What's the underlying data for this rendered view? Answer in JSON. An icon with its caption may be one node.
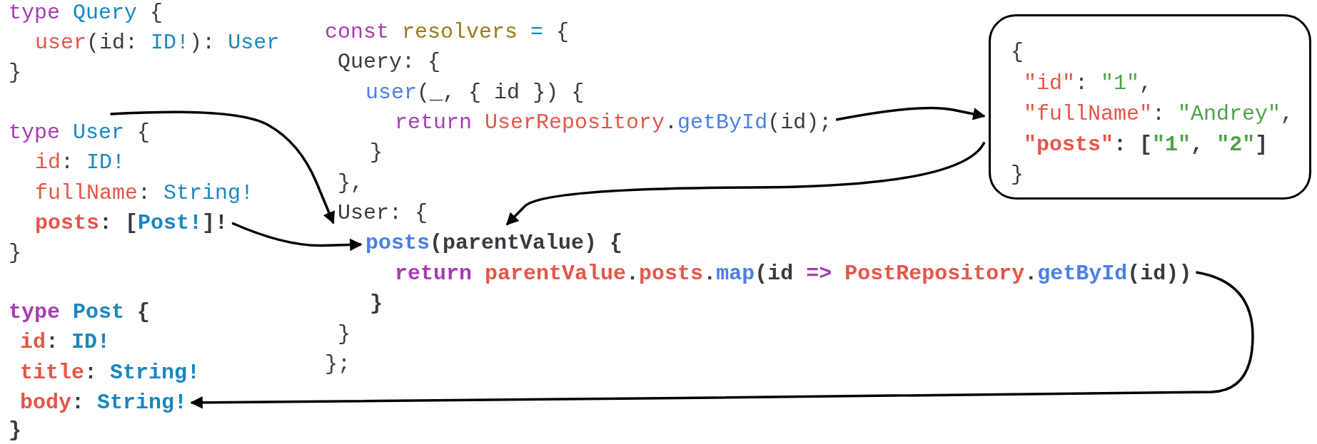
{
  "diagram": {
    "nodes": [
      {
        "text": [
          "type Query {"
        ]
      },
      {
        "text": [
          "user(id: ID!): User"
        ]
      },
      {
        "text": [
          "}"
        ]
      },
      {
        "text": [
          "type User {"
        ]
      },
      {
        "text": [
          "id: ID!"
        ]
      },
      {
        "text": [
          "fullName: String!"
        ]
      },
      {
        "text": [
          "posts: [Post!]!"
        ]
      },
      {
        "text": [
          "}"
        ]
      },
      {
        "text": [
          "type Post {"
        ]
      },
      {
        "text": [
          "id: ID!"
        ]
      },
      {
        "text": [
          "title: String!"
        ]
      },
      {
        "text": [
          "body: String!"
        ]
      },
      {
        "text": [
          "}"
        ]
      },
      {
        "text": [
          "const resolvers = {"
        ]
      },
      {
        "text": [
          "Query: {"
        ]
      },
      {
        "text": [
          "user(_, { id }) {"
        ]
      },
      {
        "text": [
          "return UserRepository.getById(id);"
        ]
      },
      {
        "text": [
          "}"
        ]
      },
      {
        "text": [
          "},"
        ]
      },
      {
        "text": [
          "User: {"
        ]
      },
      {
        "text": [
          "posts(parentValue) {"
        ]
      },
      {
        "text": [
          "return parentValue.posts.map(id => PostRepository.getById(id))"
        ]
      },
      {
        "text": [
          "}"
        ]
      },
      {
        "text": [
          "}"
        ]
      },
      {
        "text": [
          "};"
        ]
      },
      {
        "text": [
          "{",
          "\"id\": \"1\",",
          "\"fullName\": \"Andrey\",",
          "\"posts\": [\"1\", \"2\"]",
          "}"
        ]
      }
    ],
    "edges": [
      {
        "from": 3,
        "to": 19,
        "arrow": "to"
      },
      {
        "from": 16,
        "to": 25,
        "arrow": "to"
      },
      {
        "from": 25,
        "to": 20,
        "arrow": "to"
      },
      {
        "from": 6,
        "to": 20,
        "arrow": "to"
      },
      {
        "from": 21,
        "to": 11,
        "arrow": "to"
      }
    ]
  }
}
